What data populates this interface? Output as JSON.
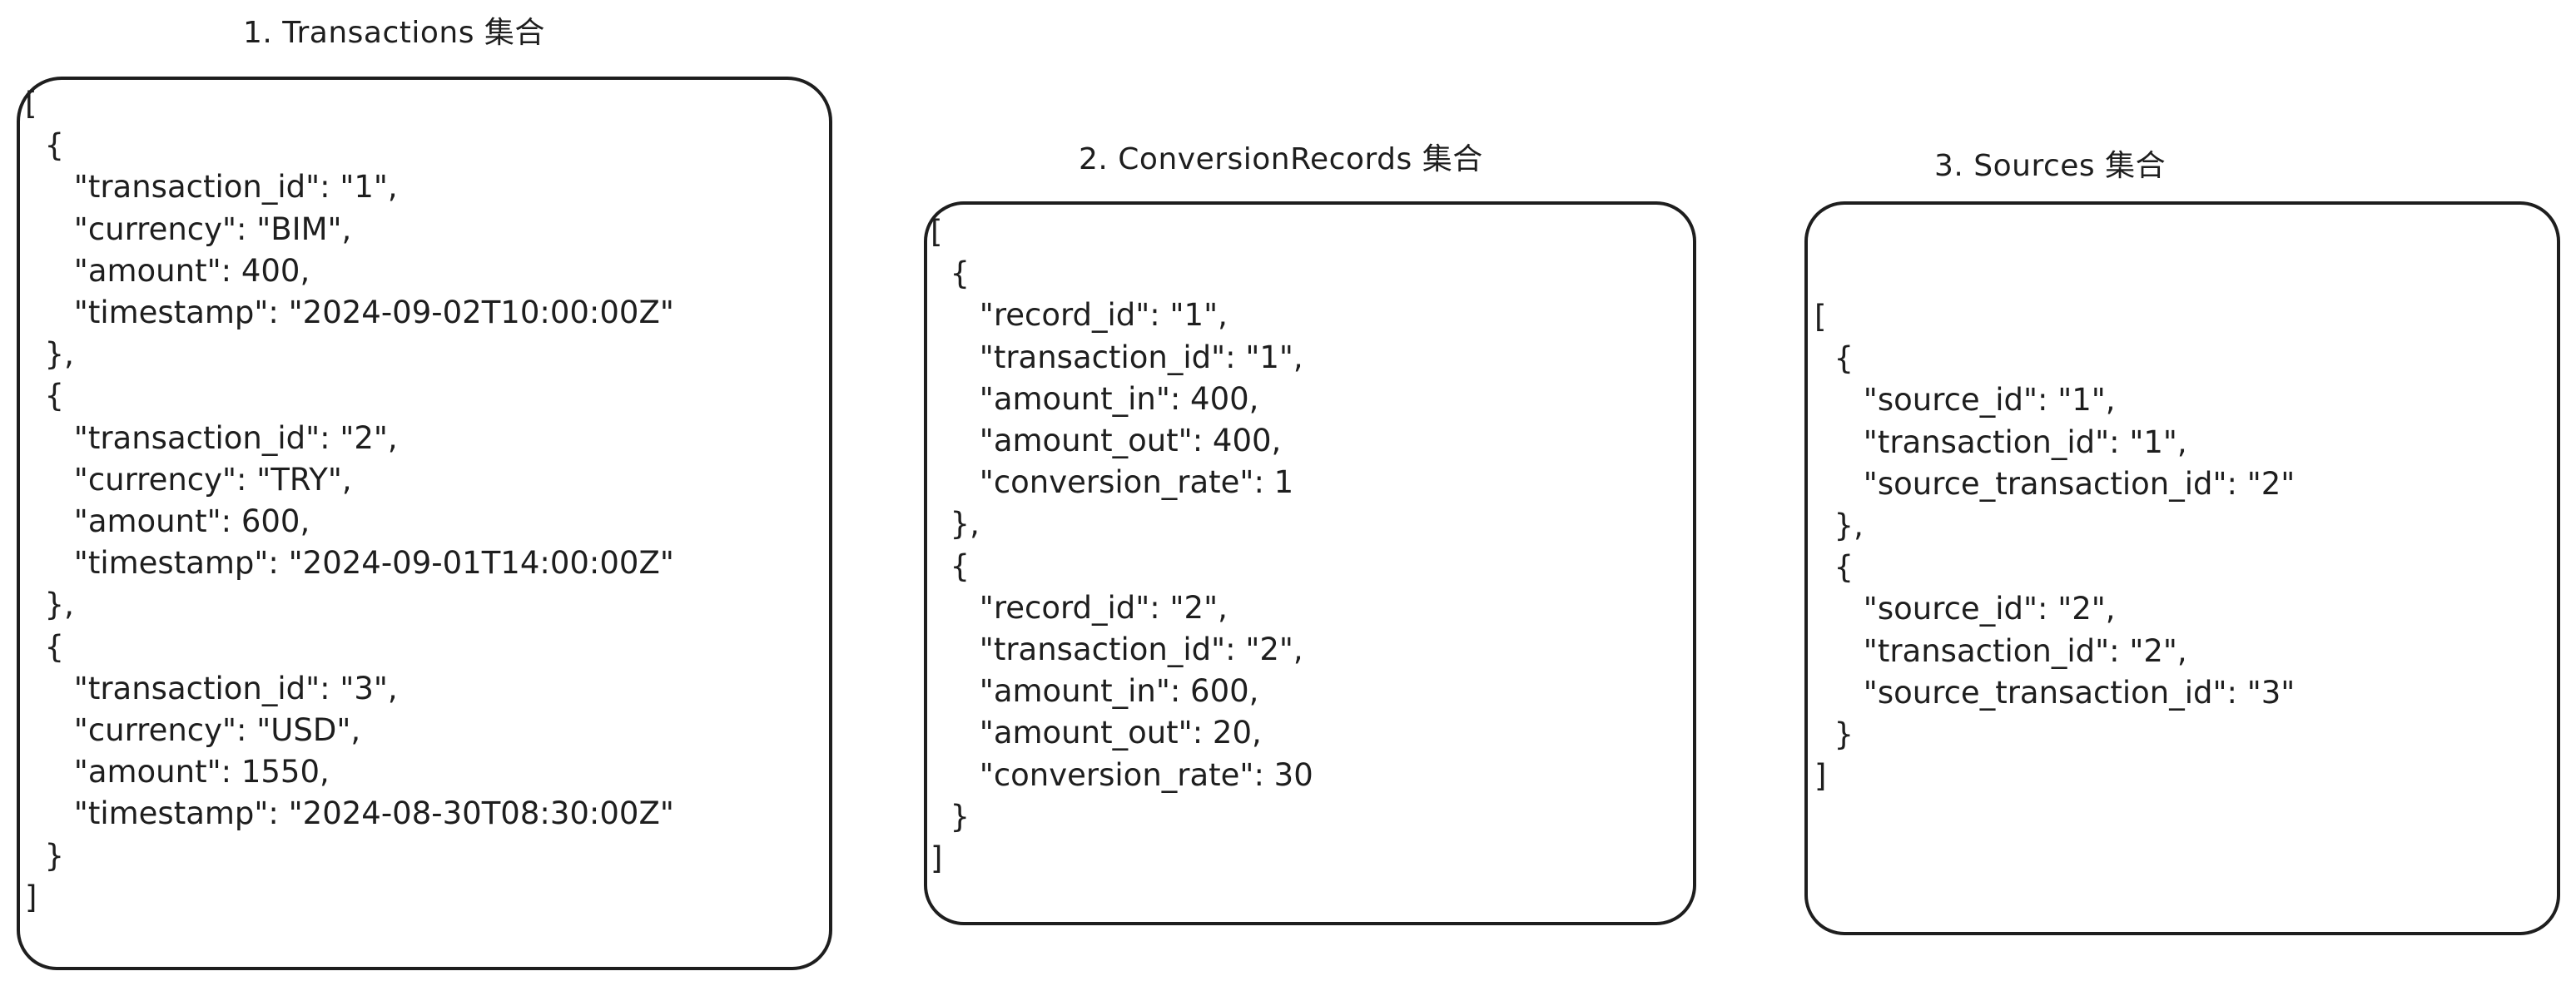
{
  "collections": [
    {
      "title": "1. Transactions 集合",
      "code": "[\n  {\n     \"transaction_id\": \"1\",\n     \"currency\": \"BIM\",\n     \"amount\": 400,\n     \"timestamp\": \"2024-09-02T10:00:00Z\"\n  },\n  {\n     \"transaction_id\": \"2\",\n     \"currency\": \"TRY\",\n     \"amount\": 600,\n     \"timestamp\": \"2024-09-01T14:00:00Z\"\n  },\n  {\n     \"transaction_id\": \"3\",\n     \"currency\": \"USD\",\n     \"amount\": 1550,\n     \"timestamp\": \"2024-08-30T08:30:00Z\"\n  }\n]"
    },
    {
      "title": "2. ConversionRecords 集合",
      "code": "[\n  {\n     \"record_id\": \"1\",\n     \"transaction_id\": \"1\",\n     \"amount_in\": 400,\n     \"amount_out\": 400,\n     \"conversion_rate\": 1\n  },\n  {\n     \"record_id\": \"2\",\n     \"transaction_id\": \"2\",\n     \"amount_in\": 600,\n     \"amount_out\": 20,\n     \"conversion_rate\": 30\n  }\n]"
    },
    {
      "title": "3. Sources 集合",
      "code": "[\n  {\n     \"source_id\": \"1\",\n     \"transaction_id\": \"1\",\n     \"source_transaction_id\": \"2\"\n  },\n  {\n     \"source_id\": \"2\",\n     \"transaction_id\": \"2\",\n     \"source_transaction_id\": \"3\"\n  }\n]"
    }
  ]
}
